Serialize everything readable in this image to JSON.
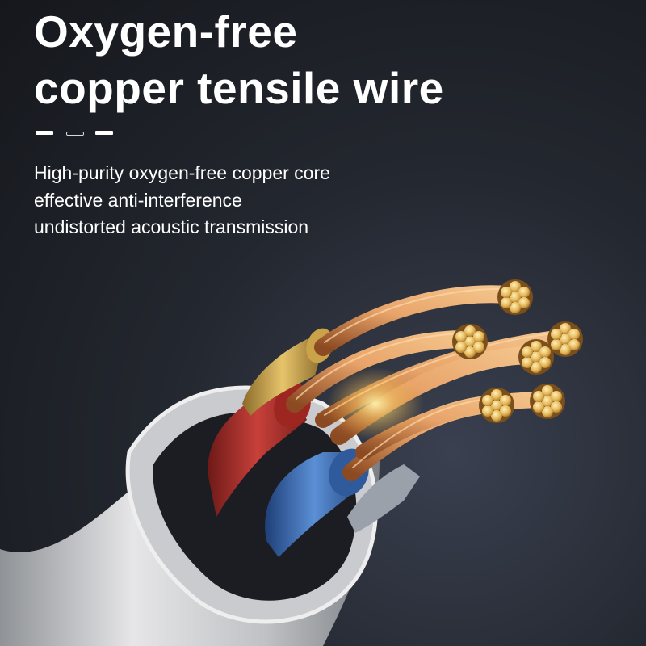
{
  "headline": {
    "line1": "Oxygen-free",
    "line2": "copper tensile wire"
  },
  "features": [
    "High-purity oxygen-free copper core",
    "effective anti-interference",
    "undistorted acoustic transmission"
  ],
  "colors": {
    "background": "#1c1f26",
    "text": "#ffffff",
    "copper": "#d9935a",
    "jacket": "#d9d9db",
    "wire_red": "#b8322c",
    "wire_blue": "#3c6fb5",
    "wire_gold": "#d6b053"
  }
}
